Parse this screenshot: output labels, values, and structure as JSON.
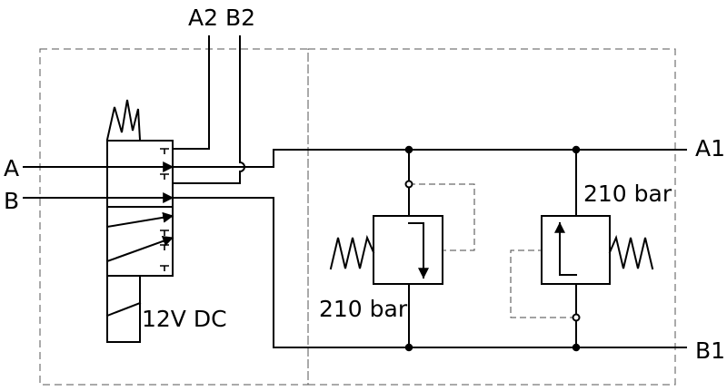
{
  "ports": {
    "a": "A",
    "b": "B",
    "a2": "A2",
    "b2": "B2",
    "a1": "A1",
    "b1": "B1"
  },
  "solenoid": {
    "label": "12V DC"
  },
  "relief_valve_left": {
    "setting": "210 bar"
  },
  "relief_valve_right": {
    "setting": "210 bar"
  }
}
